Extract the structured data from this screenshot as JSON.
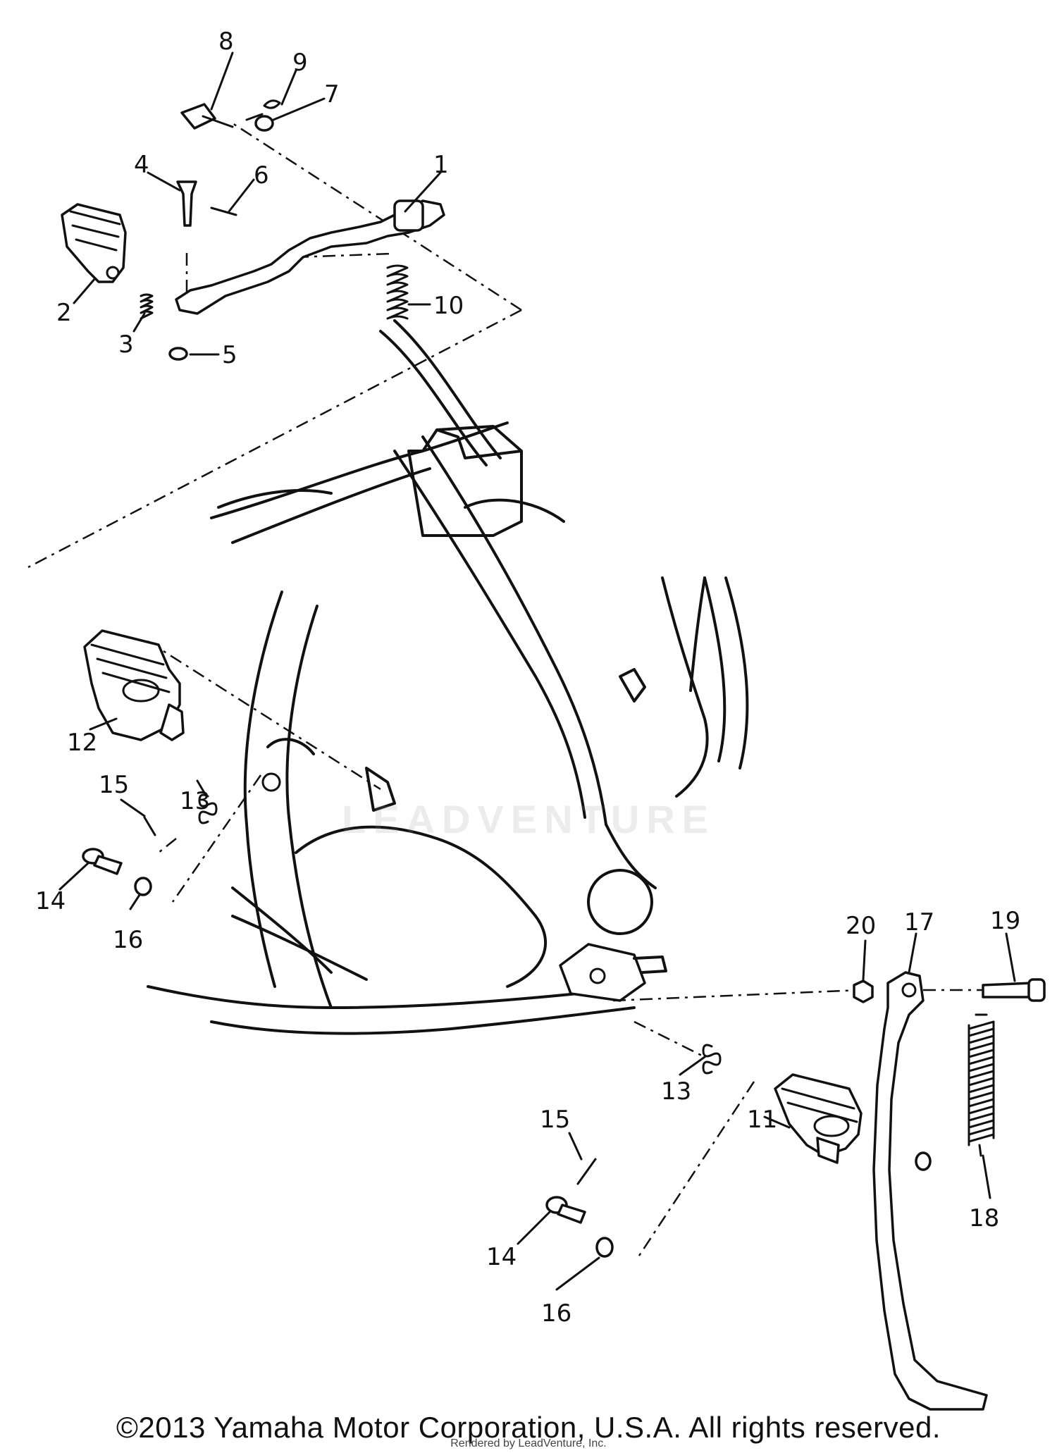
{
  "callouts": {
    "c1": "1",
    "c2": "2",
    "c3": "3",
    "c4": "4",
    "c5": "5",
    "c6": "6",
    "c7": "7",
    "c8": "8",
    "c9": "9",
    "c10": "10",
    "c11": "11",
    "c12": "12",
    "c13a": "13",
    "c13b": "13",
    "c14a": "14",
    "c14b": "14",
    "c15a": "15",
    "c15b": "15",
    "c16a": "16",
    "c16b": "16",
    "c17": "17",
    "c18": "18",
    "c19": "19",
    "c20": "20"
  },
  "watermark": "LEADVENTURE",
  "copyright": "©2013 Yamaha Motor Corporation, U.S.A. All rights reserved.",
  "rendered_by": "Rendered by LeadVenture, Inc."
}
